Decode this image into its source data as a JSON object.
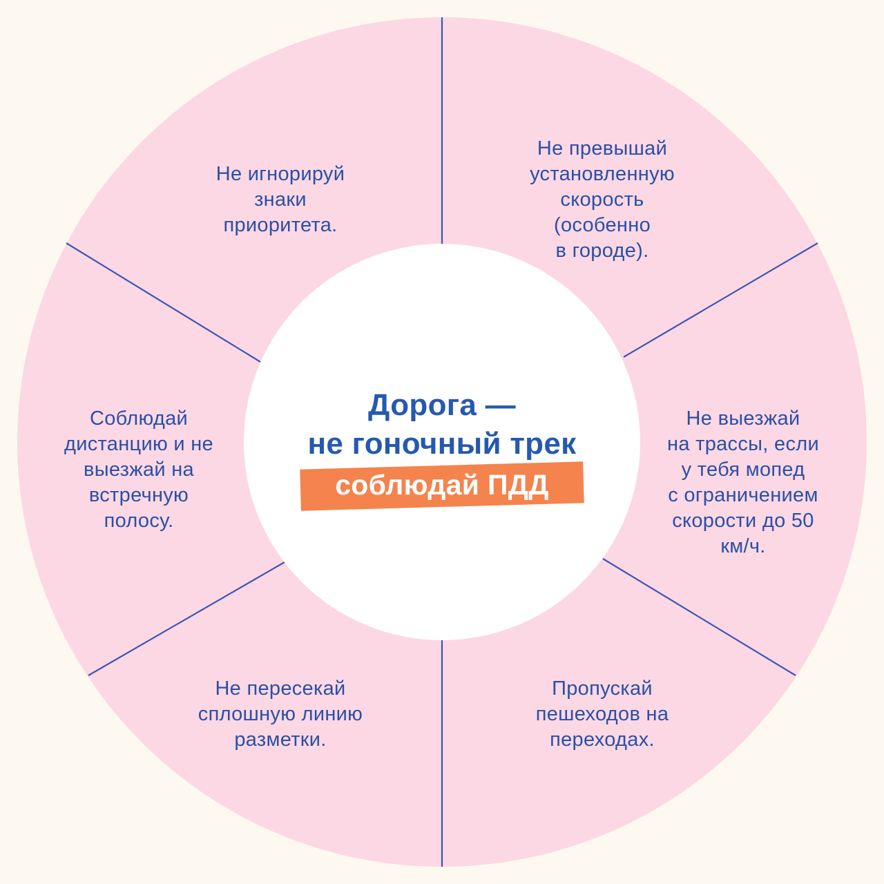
{
  "colors": {
    "background": "#fdf9f1",
    "ring": "#fcd8e4",
    "divider": "#3d56b3",
    "center": "#ffffff",
    "text": "#2b4fa6",
    "title": "#2559b0",
    "badge": "#f5834d",
    "badge_text": "#ffffff"
  },
  "center": {
    "title_line1": "Дорога —",
    "title_line2": "не гоночный трек",
    "badge": "соблюдай ПДД"
  },
  "segments": {
    "top_left": "Не игнорируй\nзнаки\nприоритета.",
    "top_right": "Не превышай\nустановленную\nскорость\n(особенно\nв городе).",
    "left": "Соблюдай\nдистанцию и не\nвыезжай на\nвстречную\nполосу.",
    "right": "Не выезжай\nна трассы, если\nу тебя мопед\nс ограничением\nскорости  до 50\nкм/ч.",
    "bottom_left": "Не пересекай\nсплошную линию\nразметки.",
    "bottom_right": "Пропускай\nпешеходов на\nпереходах."
  }
}
